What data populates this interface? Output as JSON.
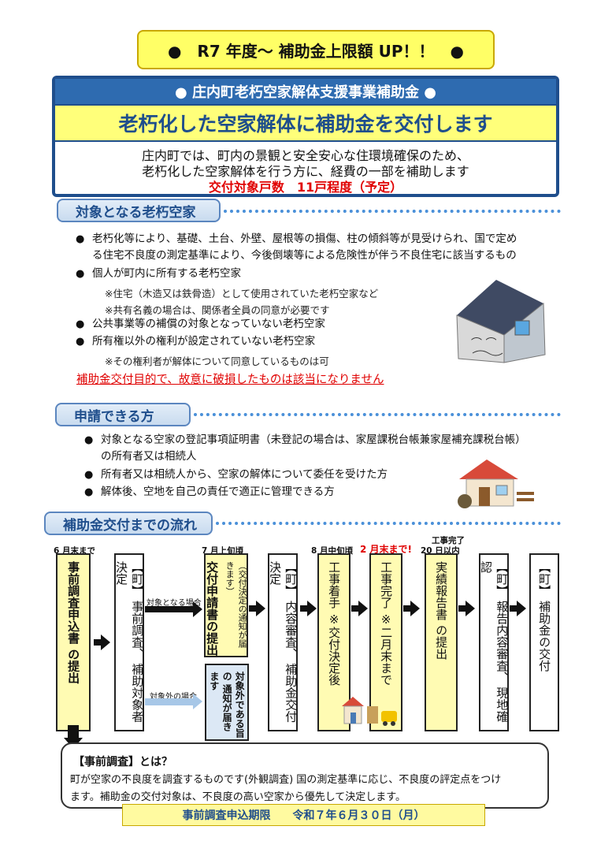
{
  "banner": "●　R7 年度～ 補助金上限額 UP！！　●",
  "title": {
    "program": "● 庄内町老朽空家解体支援事業補助金 ●",
    "headline": "老朽化した空家解体に補助金を交付します",
    "desc1": "庄内町では、町内の景観と安全安心な住環境確保のため、",
    "desc2": "老朽化した空家解体を行う方に、経費の一部を補助します",
    "quota": "交付対象戸数　11戸程度（予定）"
  },
  "section1": {
    "heading": "対象となる老朽空家",
    "items": [
      "老朽化等により、基礎、土台、外壁、屋根等の損傷、柱の傾斜等が見受けられ、国で定め",
      "る住宅不良度の測定基準により、今後倒壊等による危険性が伴う不良住宅に該当するもの",
      "個人が町内に所有する老朽空家",
      "※住宅（木造又は鉄骨造）として使用されていた老朽空家など",
      "※共有名義の場合は、関係者全員の同意が必要です",
      "公共事業等の補償の対象となっていない老朽空家",
      "所有権以外の権利が設定されていない老朽空家",
      "※その権利者が解体について同意しているものは可"
    ],
    "warning": "補助金交付目的で、故意に破損したものは該当になりません"
  },
  "section2": {
    "heading": "申請できる方",
    "items": [
      "対象となる空家の登記事項証明書（未登記の場合は、家屋課税台帳兼家屋補充課税台帳）",
      "の所有者又は相続人",
      "所有者又は相続人から、空家の解体について委任を受けた方",
      "解体後、空地を自己の責任で適正に管理できる方"
    ]
  },
  "section3": {
    "heading": "補助金交付までの流れ",
    "timing": [
      "6 月末まで",
      "7 月上旬頃",
      "8 月中旬頃",
      "2 月末まで!",
      "工事完了",
      "20 日以内"
    ],
    "steps": [
      "事前調査申込書 の提出",
      "【町】 事前調査、 補助対象者決定",
      "交付申請書の提出",
      "（交付決定の通知が届きます）",
      "対象外である旨の 通知が届きます",
      "【町】 内容審査、 補助金交付決定",
      "工事着手 ※交付決定後",
      "工事完了 ※二月末まで",
      "実績報告書 の提出",
      "【町】 報告内容審査、 現地確認",
      "【町】 補助金の交付"
    ],
    "branch_yes": "対象となる場合",
    "branch_no": "対象外の場合"
  },
  "faq": {
    "title": "【事前調査】とは？",
    "line1": "町が空家の不良度を調査するものです(外観調査) 国の測定基準に応じ、不良度の評定点をつけ",
    "line2": "ます。補助金の交付対象は、不良度の高い空家から優先して決定します。"
  },
  "deadline": "事前調査申込期限　　令和７年６月３０日（月）"
}
